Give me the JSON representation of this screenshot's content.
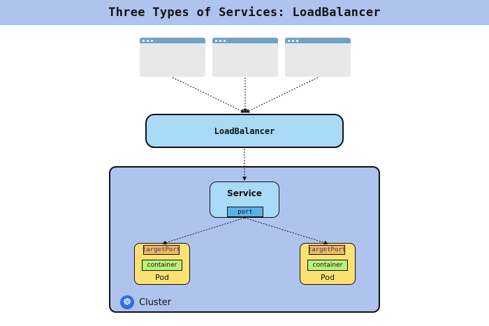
{
  "title": "Three Types of Services: LoadBalancer",
  "clients": [
    {
      "icon": "browser-window-icon"
    },
    {
      "icon": "browser-window-icon"
    },
    {
      "icon": "browser-window-icon"
    }
  ],
  "load_balancer": {
    "label": "LoadBalancer"
  },
  "cluster": {
    "label": "Cluster",
    "icon": "kubernetes-icon"
  },
  "service": {
    "label": "Service",
    "port_label": "port"
  },
  "pods": [
    {
      "target_port_label": "targetPort",
      "container_label": "container",
      "label": "Pod"
    },
    {
      "target_port_label": "targetPort",
      "container_label": "container",
      "label": "Pod"
    }
  ],
  "colors": {
    "title_bar": "#aec3ee",
    "load_balancer": "#a9daf7",
    "cluster": "#aec3ee",
    "service": "#a9daf7",
    "port": "#5ab3e8",
    "pod": "#fce173",
    "target_port": "#f5b85a",
    "container": "#b8f07a",
    "browser_bar": "#6fa3c6",
    "browser_body": "#e8e8e8"
  }
}
